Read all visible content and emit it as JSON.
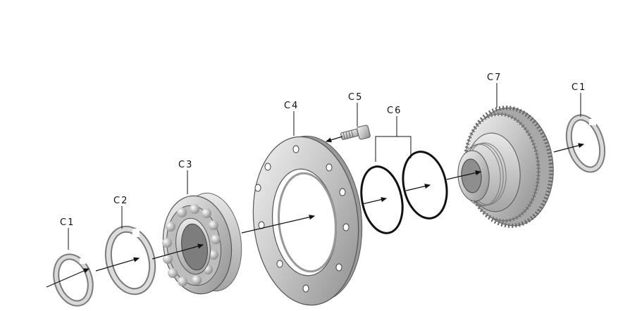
{
  "labels": {
    "c1_left": "C1",
    "c2": "C2",
    "c3": "C3",
    "c4": "C4",
    "c5": "C5",
    "c6": "C6",
    "c7": "C7",
    "c1_right": "C1"
  },
  "parts": [
    {
      "id": "c1",
      "name": "snap-ring"
    },
    {
      "id": "c2",
      "name": "snap-ring"
    },
    {
      "id": "c3",
      "name": "ball-bearing"
    },
    {
      "id": "c4",
      "name": "flange-plate"
    },
    {
      "id": "c5",
      "name": "bolt"
    },
    {
      "id": "c6",
      "name": "o-rings"
    },
    {
      "id": "c7",
      "name": "gear-hub"
    }
  ]
}
